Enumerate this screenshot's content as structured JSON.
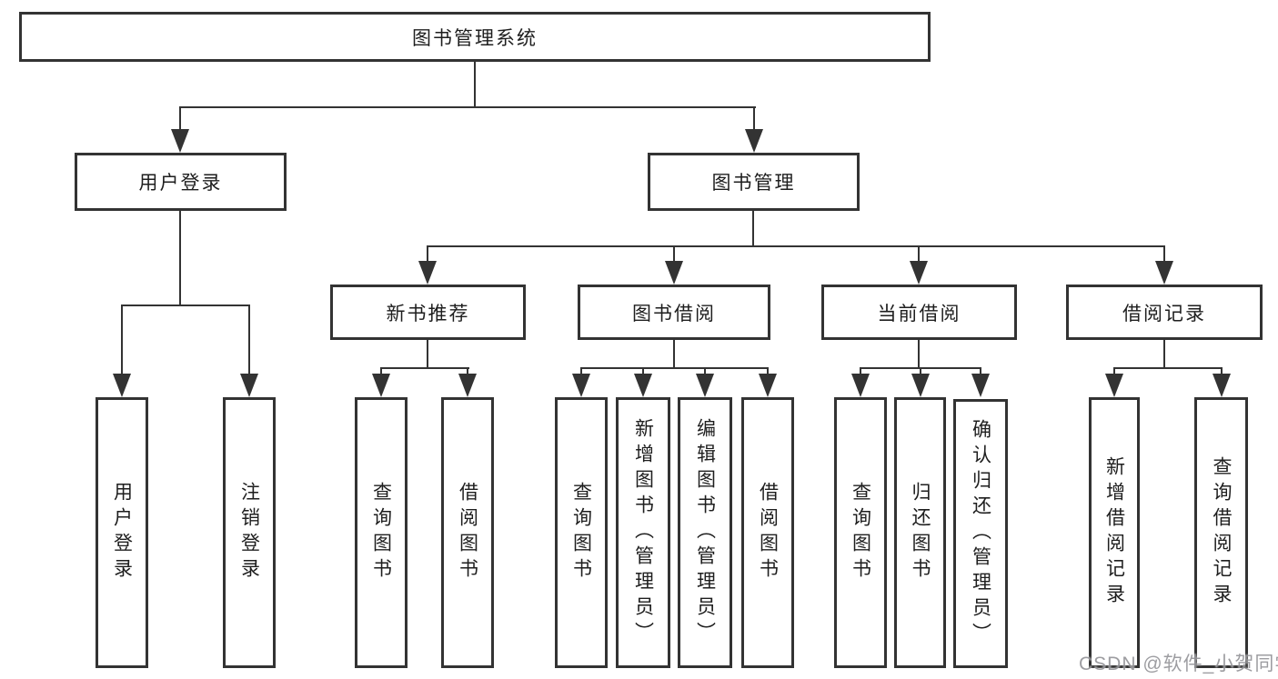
{
  "diagram": {
    "root": {
      "label": "图书管理系统"
    },
    "level2": [
      {
        "label": "用户登录"
      },
      {
        "label": "图书管理"
      }
    ],
    "level3": [
      {
        "label": "新书推荐"
      },
      {
        "label": "图书借阅"
      },
      {
        "label": "当前借阅"
      },
      {
        "label": "借阅记录"
      }
    ],
    "leaves": [
      {
        "label": "用户登录",
        "parent": "用户登录"
      },
      {
        "label": "注销登录",
        "parent": "用户登录"
      },
      {
        "label": "查询图书",
        "parent": "新书推荐"
      },
      {
        "label": "借阅图书",
        "parent": "新书推荐"
      },
      {
        "label": "查询图书",
        "parent": "图书借阅"
      },
      {
        "label": "新增图书（管理员）",
        "parent": "图书借阅"
      },
      {
        "label": "编辑图书（管理员）",
        "parent": "图书借阅"
      },
      {
        "label": "借阅图书",
        "parent": "图书借阅"
      },
      {
        "label": "查询图书",
        "parent": "当前借阅"
      },
      {
        "label": "归还图书",
        "parent": "当前借阅"
      },
      {
        "label": "确认归还（管理员）",
        "parent": "当前借阅"
      },
      {
        "label": "新增借阅记录",
        "parent": "借阅记录"
      },
      {
        "label": "查询借阅记录",
        "parent": "借阅记录"
      }
    ]
  },
  "watermark": {
    "text": "CSDN @软件_小贺同学"
  },
  "colors": {
    "line": "#333333",
    "box_border": "#333333",
    "text": "#1e1e1e",
    "watermark": "#8c8c91",
    "background": "#ffffff"
  }
}
